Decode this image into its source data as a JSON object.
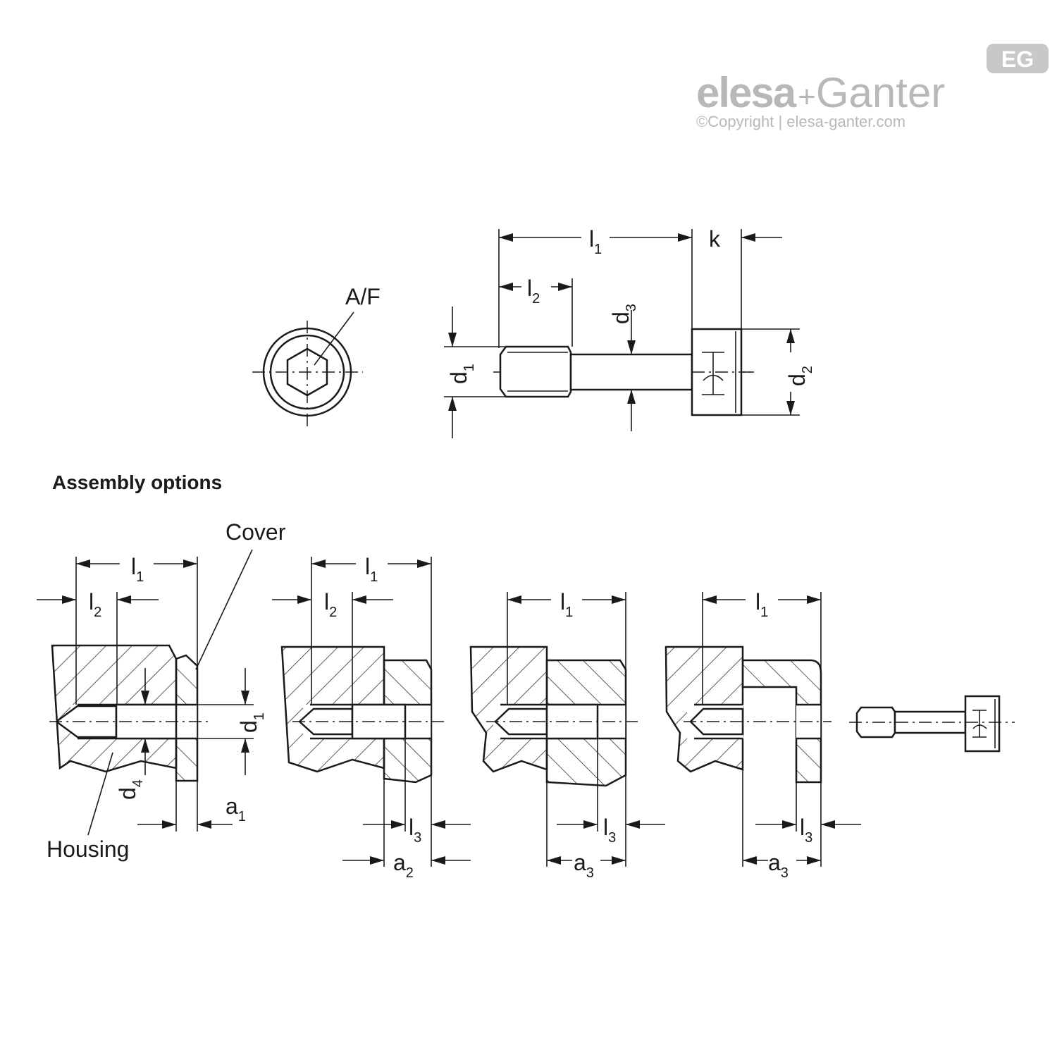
{
  "brand": {
    "name_part1": "elesa",
    "plus": "+",
    "name_part2": "Ganter",
    "copyright": "©Copyright | elesa-ganter.com",
    "badge_text": "EG",
    "color": "#b8b8b8"
  },
  "top_view": {
    "l1": "l",
    "l1_sub": "1",
    "k": "k",
    "l2": "l",
    "l2_sub": "2",
    "d3": "d",
    "d3_sub": "3",
    "d1": "d",
    "d1_sub": "1",
    "d2": "d",
    "d2_sub": "2",
    "af": "A/F"
  },
  "assembly": {
    "title": "Assembly options",
    "cover": "Cover",
    "housing": "Housing",
    "d1": "d",
    "d1_sub": "1",
    "d4": "d",
    "d4_sub": "4",
    "a1": "a",
    "a1_sub": "1",
    "a2": "a",
    "a2_sub": "2",
    "a3": "a",
    "a3_sub": "3",
    "l1": "l",
    "l1_sub": "1",
    "l2": "l",
    "l2_sub": "2",
    "l3": "l",
    "l3_sub": "3"
  }
}
